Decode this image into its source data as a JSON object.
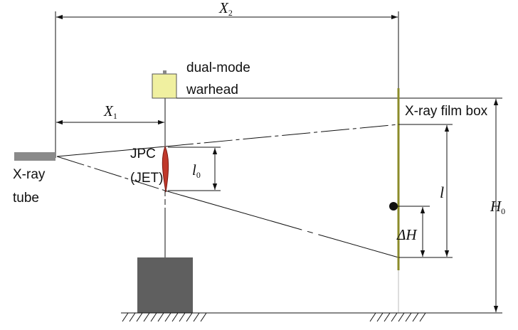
{
  "labels": {
    "x_ray_tube_line1": "X-ray",
    "x_ray_tube_line2": "tube",
    "warhead_line1": "dual-mode",
    "warhead_line2": "warhead",
    "jpc_line1": "JPC",
    "jpc_line2": "(JET)",
    "film_box": "X-ray film box"
  },
  "dimensions": {
    "x2": {
      "symbol": "X",
      "sub": "2"
    },
    "x1": {
      "symbol": "X",
      "sub": "1"
    },
    "l0": {
      "symbol": "l",
      "sub": "0"
    },
    "l": {
      "symbol": "l",
      "sub": ""
    },
    "delta_h": {
      "symbol": "ΔH",
      "sub": ""
    },
    "h0": {
      "symbol": "H",
      "sub": "0"
    }
  },
  "colors": {
    "tube": "#8a8a8a",
    "warhead_fill": "#f0f0a0",
    "warhead_stroke": "#555555",
    "jet": "#c0392b",
    "film": "#8b8b2a",
    "stand": "#5f5f5f",
    "line": "#111111"
  }
}
